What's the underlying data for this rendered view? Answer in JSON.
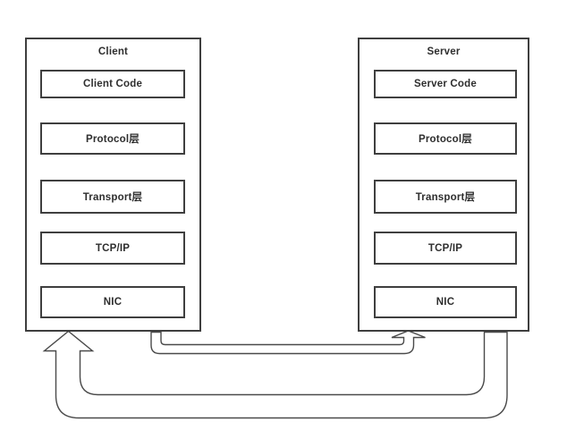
{
  "diagram": {
    "client": {
      "title": "Client",
      "layers": [
        "Client Code",
        "Protocol层",
        "Transport层",
        "TCP/IP",
        "NIC"
      ]
    },
    "server": {
      "title": "Server",
      "layers": [
        "Server Code",
        "Protocol层",
        "Transport层",
        "TCP/IP",
        "NIC"
      ]
    },
    "arrows": [
      {
        "name": "client-to-server",
        "from": "Client NIC",
        "to": "Server NIC",
        "style": "hollow-pipe-small-arrowhead"
      },
      {
        "name": "server-to-client",
        "from": "Server NIC",
        "to": "Client NIC",
        "style": "hollow-pipe-large-arrowhead"
      }
    ],
    "colors": {
      "background": "#ffffff",
      "box_stroke": "#3f3f3f",
      "pipe_stroke": "#4a4a4a",
      "text": "#2e2e2e"
    }
  }
}
